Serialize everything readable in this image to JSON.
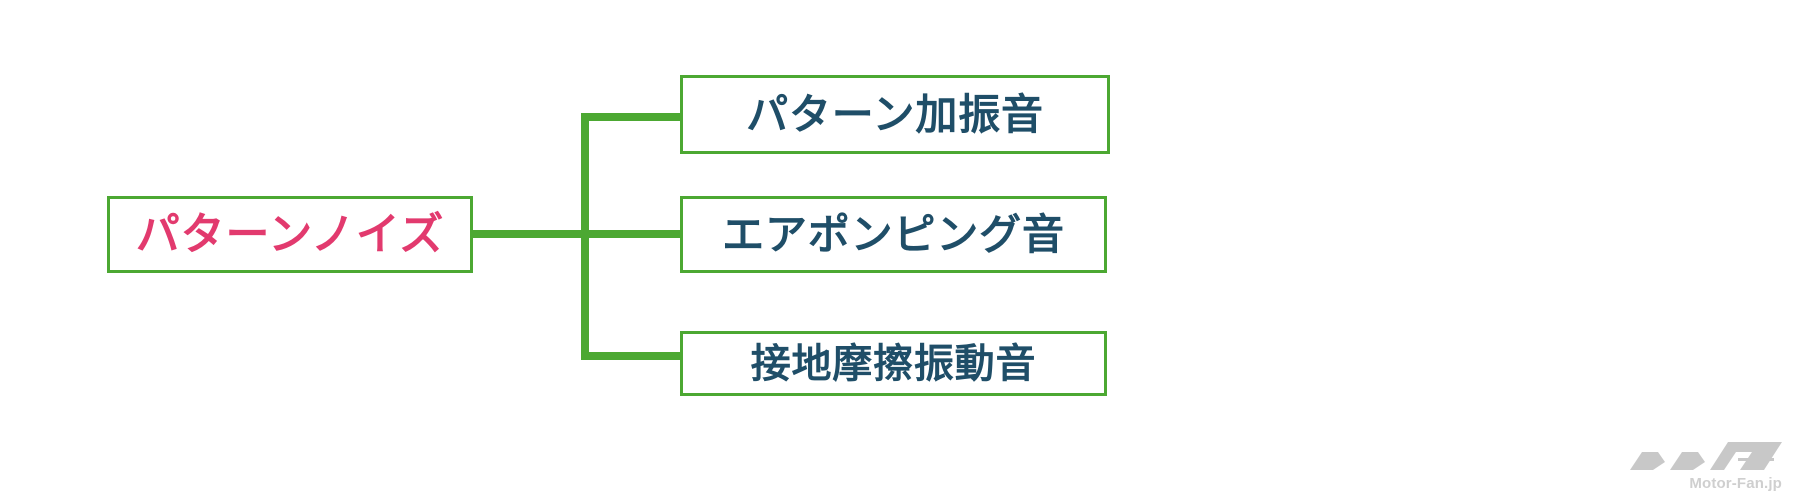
{
  "diagram": {
    "type": "tree",
    "root": {
      "label": "パターンノイズ",
      "text_color": "#e23a6e",
      "border_color": "#4ca832"
    },
    "children": [
      {
        "label": "パターン加振音",
        "text_color": "#1f4e68",
        "border_color": "#4ca832"
      },
      {
        "label": "エアポンピング音",
        "text_color": "#1f4e68",
        "border_color": "#4ca832"
      },
      {
        "label": "接地摩擦振動音",
        "text_color": "#1f4e68",
        "border_color": "#4ca832"
      }
    ],
    "connector_color": "#4ca832",
    "background": "#ffffff"
  },
  "watermark": {
    "text": "Motor-Fan.jp",
    "color": "#c8c8c8"
  }
}
